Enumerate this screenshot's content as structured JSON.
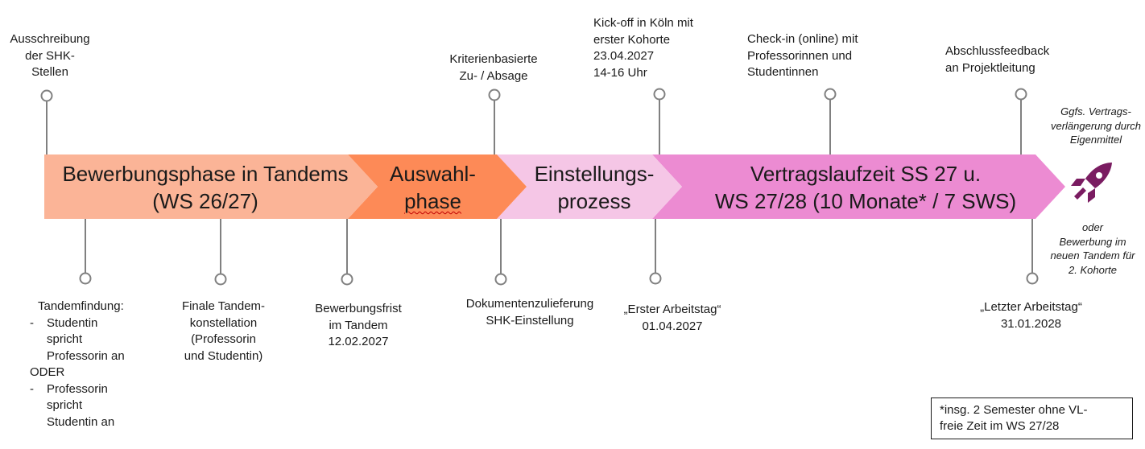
{
  "colors": {
    "phase1": "#fbb497",
    "phase2": "#fd8a57",
    "phase3": "#f5c6e6",
    "phase4": "#ec8bd2",
    "connector": "#808080",
    "rocket": "#7a1c61"
  },
  "phases": [
    {
      "line1": "Bewerbungsphase in Tandems",
      "line2": "(WS 26/27)"
    },
    {
      "line1": "Auswahl-",
      "line2": "phase"
    },
    {
      "line1": "Einstellungs-",
      "line2": "prozess"
    },
    {
      "line1": "Vertragslaufzeit SS 27 u.",
      "line2": "WS 27/28 (10 Monate* / 7 SWS)"
    }
  ],
  "top_milestones": [
    {
      "lines": [
        "Ausschreibung",
        "der SHK-",
        "Stellen"
      ]
    },
    {
      "lines": [
        "Kriterienbasierte",
        "Zu- / Absage"
      ]
    },
    {
      "lines": [
        "Kick-off in Köln mit",
        "erster Kohorte",
        "23.04.2027",
        "14-16 Uhr"
      ]
    },
    {
      "lines": [
        "Check-in (online) mit",
        "Professorinnen und",
        "Studentinnen"
      ]
    },
    {
      "lines": [
        "Abschlussfeedback",
        "an Projektleitung"
      ]
    }
  ],
  "bottom_milestones": {
    "tandemfindung": {
      "title": "Tandemfindung:",
      "item1": [
        "Studentin",
        "spricht",
        "Professorin an"
      ],
      "oder": "ODER",
      "item2": [
        "Professorin",
        "spricht",
        "Studentin an"
      ],
      "dash": "-"
    },
    "finale": {
      "lines": [
        "Finale Tandem-",
        "konstellation",
        "(Professorin",
        "und Studentin)"
      ]
    },
    "frist": {
      "lines": [
        "Bewerbungsfrist",
        "im Tandem",
        "12.02.2027"
      ]
    },
    "doku": {
      "lines": [
        "Dokumentenzulieferung",
        "SHK-Einstellung"
      ]
    },
    "erster": {
      "lines": [
        "„Erster Arbeitstag“",
        "01.04.2027"
      ]
    },
    "letzter": {
      "lines": [
        "„Letzter Arbeitstag“",
        "31.01.2028"
      ]
    }
  },
  "end_notes": {
    "top": [
      "Ggfs. Vertrags-",
      "verlängerung durch",
      "Eigenmittel"
    ],
    "bottom": [
      "oder",
      "Bewerbung im",
      "neuen Tandem für",
      "2. Kohorte"
    ]
  },
  "footnote": [
    "*insg. 2 Semester ohne VL-",
    "freie Zeit im WS 27/28"
  ],
  "icons": {
    "end": "rocket-icon"
  }
}
